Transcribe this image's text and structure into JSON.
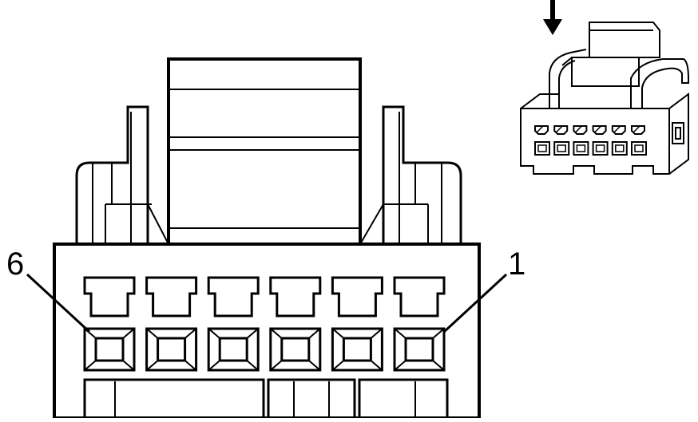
{
  "diagram": {
    "pin_labels": {
      "left": "6",
      "right": "1"
    },
    "pin_count": 6,
    "line_color": "#000000",
    "background": "#ffffff",
    "inset": {
      "icon": "down-arrow-icon"
    }
  }
}
